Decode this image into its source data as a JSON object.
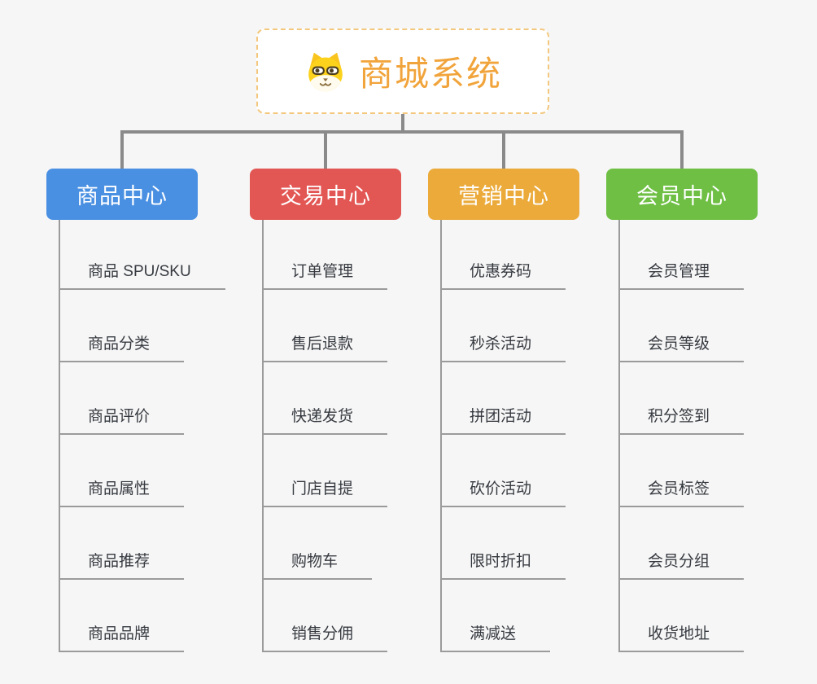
{
  "page": {
    "background": "#f6f6f6",
    "connector_color": "#8a8a8a",
    "underline_color": "#9b9b9b"
  },
  "root": {
    "title": "商城系统",
    "icon": "doge-icon",
    "text_color": "#f1a43b",
    "border_color": "#f3c87e"
  },
  "branches": [
    {
      "label": "商品中心",
      "color": "#4a90e2",
      "items": [
        "商品 SPU/SKU",
        "商品分类",
        "商品评价",
        "商品属性",
        "商品推荐",
        "商品品牌"
      ]
    },
    {
      "label": "交易中心",
      "color": "#e25653",
      "items": [
        "订单管理",
        "售后退款",
        "快递发货",
        "门店自提",
        "购物车",
        "销售分佣"
      ]
    },
    {
      "label": "营销中心",
      "color": "#ebaa3a",
      "items": [
        "优惠券码",
        "秒杀活动",
        "拼团活动",
        "砍价活动",
        "限时折扣",
        "满减送"
      ]
    },
    {
      "label": "会员中心",
      "color": "#6ebf44",
      "items": [
        "会员管理",
        "会员等级",
        "积分签到",
        "会员标签",
        "会员分组",
        "收货地址"
      ]
    }
  ]
}
